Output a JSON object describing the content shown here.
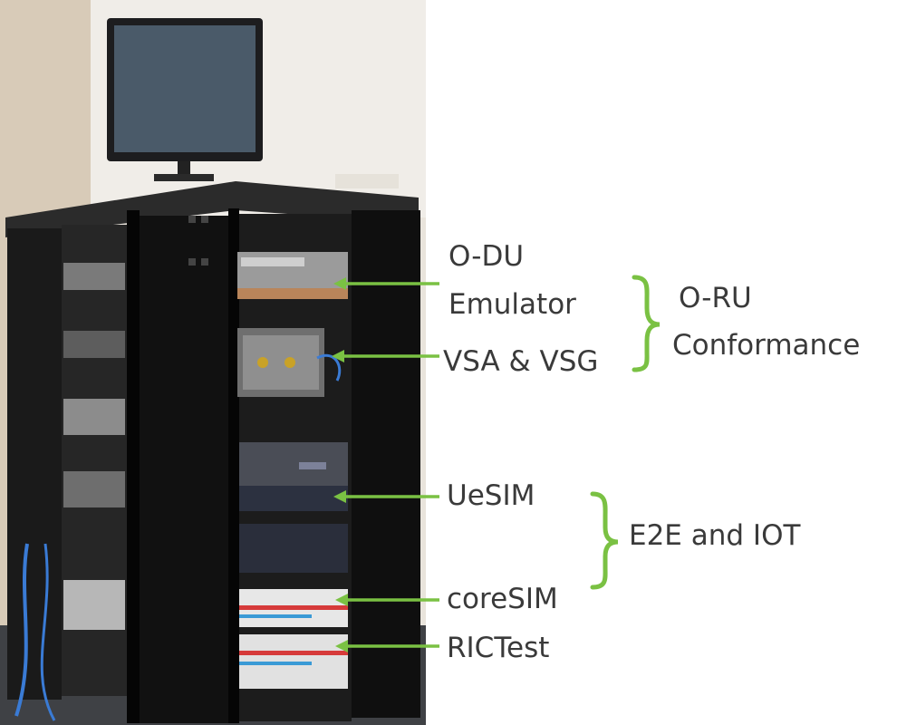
{
  "devices": {
    "odu": "O-DU\nEmulator",
    "odu_line1": "O-DU",
    "odu_line2": "Emulator",
    "vsa": "VSA & VSG",
    "uesim": "UeSIM",
    "coresim": "coreSIM",
    "rictest": "RICTest"
  },
  "groups": {
    "oru_line1": "O-RU",
    "oru_line2": "Conformance",
    "e2e": "E2E and IOT"
  },
  "colors": {
    "arrow": "#7ac143",
    "label": "#3a3a3a",
    "rack": "#141414"
  },
  "icons": {
    "bracket": "curly-brace-icon",
    "pointer": "arrow-icon"
  }
}
